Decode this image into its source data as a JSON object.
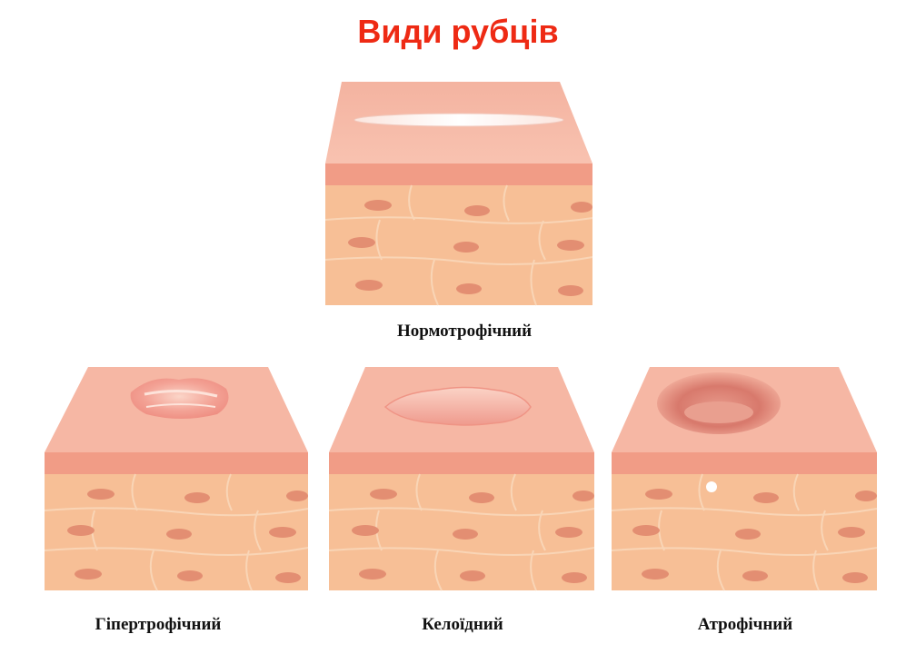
{
  "title": "Види рубців",
  "colors": {
    "title": "#ee2a14",
    "skin_top": "#f6b7a4",
    "skin_band": "#f19c86",
    "tissue": "#f7bf96",
    "cell_wall": "#f9d5b6",
    "nucleus": "#e38e72"
  },
  "scars": [
    {
      "id": "normotrophic",
      "label": "Нормотрофічний",
      "type": "flat"
    },
    {
      "id": "hypertrophic",
      "label": "Гіпертрофічний",
      "type": "raised"
    },
    {
      "id": "keloid",
      "label": "Келоїдний",
      "type": "keloid"
    },
    {
      "id": "atrophic",
      "label": "Атрофічний",
      "type": "depressed"
    }
  ]
}
